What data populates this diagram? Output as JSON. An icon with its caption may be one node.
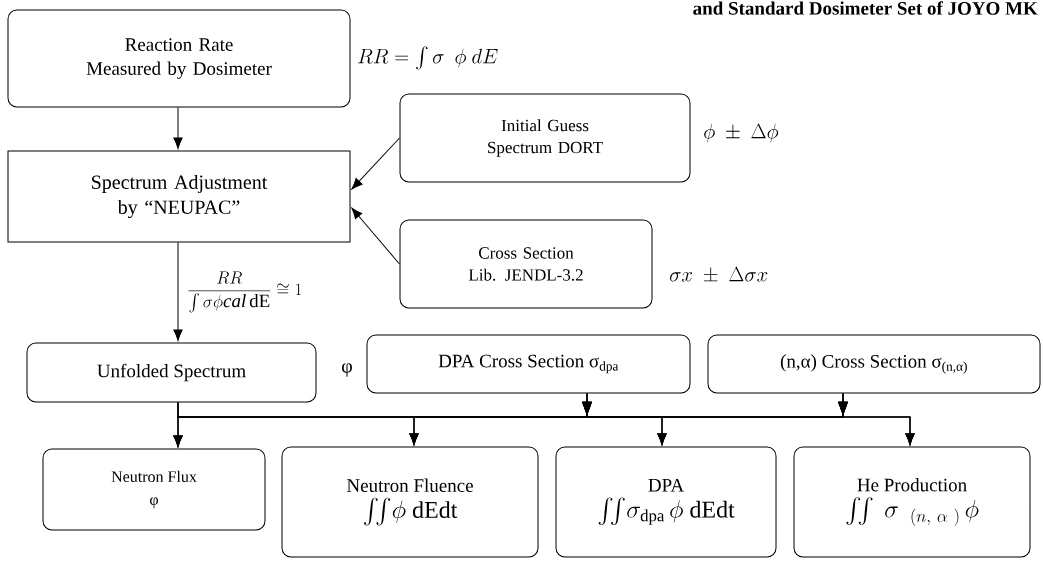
{
  "diagram": {
    "title": "and Standard Dosimeter Set of JOYO MK",
    "nodes": [
      {
        "text": [
          "Reaction Rate Measured by Dosimeter"
        ],
        "beside": [
          "RR = \\int\\sigma\\ \\ \\phi\\ dE"
        ]
      },
      {
        "text": [
          "Spectrum Adjustment by “NEUPAC”"
        ]
      },
      {
        "text": [
          "Initial Guess Spectrum DORT"
        ],
        "beside": [
          "\\phi\\ \\pm\\ \\Delta\\phi"
        ]
      },
      {
        "text": [
          "Cross Section Lib. JENDL-3.2"
        ],
        "beside": [
          "\\sigma x\\ \\pm\\ \\Delta\\sigma x"
        ]
      },
      {
        "text": [
          "Unfolded Spectrum"
        ],
        "beside": [
          "φ"
        ]
      },
      {
        "text": [
          "DPA Cross Section σ$_{dpa}$"
        ]
      },
      {
        "text": [
          "(n,α) Cross Section σ$_{(n,α)}$"
        ]
      },
      {
        "text": [
          "Neutron Flux",
          "φ"
        ]
      },
      {
        "text": [
          "Neutron Fluence",
          "\\iint\\!\\phi\\ \\mathrm{dEdt}"
        ]
      },
      {
        "text": [
          "DPA",
          "\\iint\\!\\sigma_{\\mathrm{dpa}}\\,\\phi\\ \\mathrm{dEdt}"
        ]
      },
      {
        "text": [
          "He Production",
          "\\iint\\ \\sigma_{\\ \\ (n,\\ \\alpha\\ )}\\,\\phi"
        ]
      }
    ],
    "edges": [
      {
        "from": 0,
        "to": 1,
        "arrow": "to"
      },
      {
        "from": 2,
        "to": 1,
        "arrow": "to"
      },
      {
        "from": 3,
        "to": 1,
        "arrow": "to"
      },
      {
        "from": 1,
        "to": 4,
        "arrow": "to",
        "label": "\\frac{RR}{\\int\\sigma\\phi\\mathit{cal}\\,\\mathrm{dE}}\\cong 1"
      },
      {
        "from": 4,
        "to": 7,
        "arrow": "to"
      },
      {
        "from": 4,
        "to": 8,
        "arrow": "to"
      },
      {
        "from": 4,
        "to": 9,
        "arrow": "to"
      },
      {
        "from": 4,
        "to": 10,
        "arrow": "to"
      },
      {
        "from": 5,
        "to": 7,
        "arrow": "to"
      },
      {
        "from": 5,
        "to": 8,
        "arrow": "to"
      },
      {
        "from": 5,
        "to": 9,
        "arrow": "to"
      },
      {
        "from": 5,
        "to": 10,
        "arrow": "to"
      },
      {
        "from": 6,
        "to": 7,
        "arrow": "to"
      },
      {
        "from": 6,
        "to": 8,
        "arrow": "to"
      },
      {
        "from": 6,
        "to": 9,
        "arrow": "to"
      },
      {
        "from": 6,
        "to": 10,
        "arrow": "to"
      }
    ]
  }
}
